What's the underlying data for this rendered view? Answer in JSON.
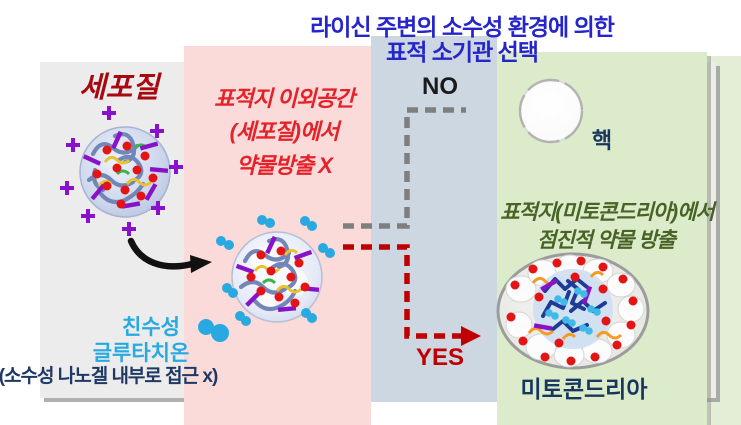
{
  "title": {
    "line1": "라이신 주변의 소수성 환경에 의한",
    "line2": "표적 소기관 선택"
  },
  "panels": {
    "cytoplasm": {
      "label": "세포질"
    },
    "off_target": {
      "line1": "표적지 이외공간",
      "line2": "(세포질)에서",
      "line3": "약물방출 X"
    },
    "decision": {
      "no_label": "NO",
      "yes_label": "YES"
    },
    "target": {
      "nucleus_label": "핵",
      "release_line1": "표적지(미토콘드리아)에서",
      "release_line2": "점진적 약물 방출",
      "mitochondria_label": "미토콘드리아"
    }
  },
  "glutathione": {
    "line1": "친수성",
    "line2": "글루타치온",
    "note": "(소수성 나노겔 내부로 접근 x)"
  },
  "icons": [
    "cationic-nanogel-icon",
    "plus-charge-icon",
    "curved-arrow-icon",
    "nanogel-icon",
    "glutathione-molecule-icon",
    "no-dashed-path-icon",
    "yes-dashed-arrow-icon",
    "nucleus-icon",
    "mitochondria-icon",
    "drug-dot-icon"
  ],
  "colors": {
    "title_blue": "#2525CB",
    "cytoplasm_red": "#A6090F",
    "offtarget_red": "#E32229",
    "yes_red": "#C00000",
    "no_black": "#1A1A1A",
    "dash_gray": "#7F7F7F",
    "glutathione_cyan": "#29A9E1",
    "note_navy": "#1F3864",
    "target_green_text": "#476325",
    "label_navy": "#17375E",
    "plus_purple": "#8812CC",
    "drug_red": "#E41414",
    "panel_gray": "#ECECEC",
    "panel_pink": "#FBDADA",
    "panel_bluegray": "#CDD7E2",
    "panel_green": "#DCEBCA",
    "panel_green_back": "#E4EED7"
  }
}
